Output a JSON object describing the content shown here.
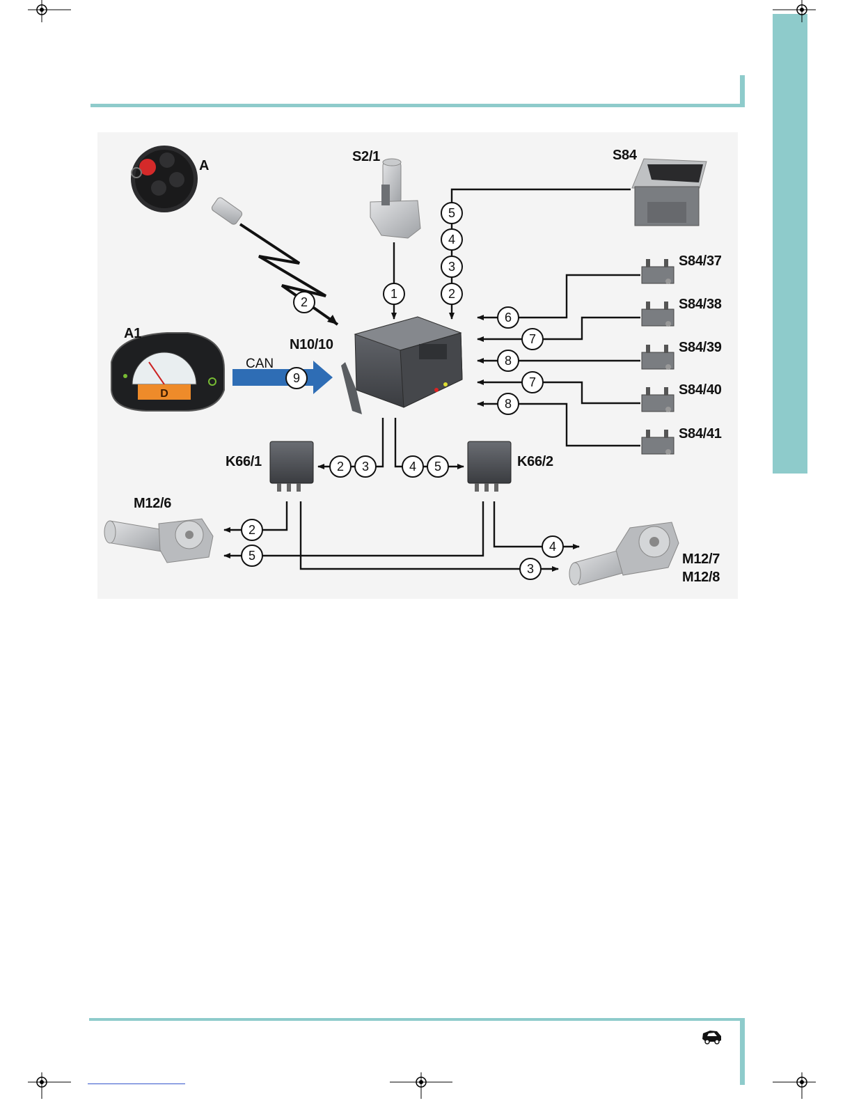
{
  "components": {
    "key": "A",
    "ignition_switch": "S2/1",
    "door_switch": "S84",
    "instrument_cluster": "A1",
    "control_unit": "N10/10",
    "switch_37": "S84/37",
    "switch_38": "S84/38",
    "switch_39": "S84/39",
    "switch_40": "S84/40",
    "switch_41": "S84/41",
    "relay_1": "K66/1",
    "relay_2": "K66/2",
    "motor_left": "M12/6",
    "motor_right_1": "M12/7",
    "motor_right_2": "M12/8"
  },
  "bus_label": "CAN",
  "signals": {
    "s1": "1",
    "s2": "2",
    "s3": "3",
    "s4": "4",
    "s5": "5",
    "s6": "6",
    "s7": "7",
    "s8": "8",
    "s9": "9"
  },
  "colors": {
    "accent": "#8ecbcb",
    "can_arrow": "#2e6db5"
  },
  "icons": {
    "footer": "car-icon"
  }
}
